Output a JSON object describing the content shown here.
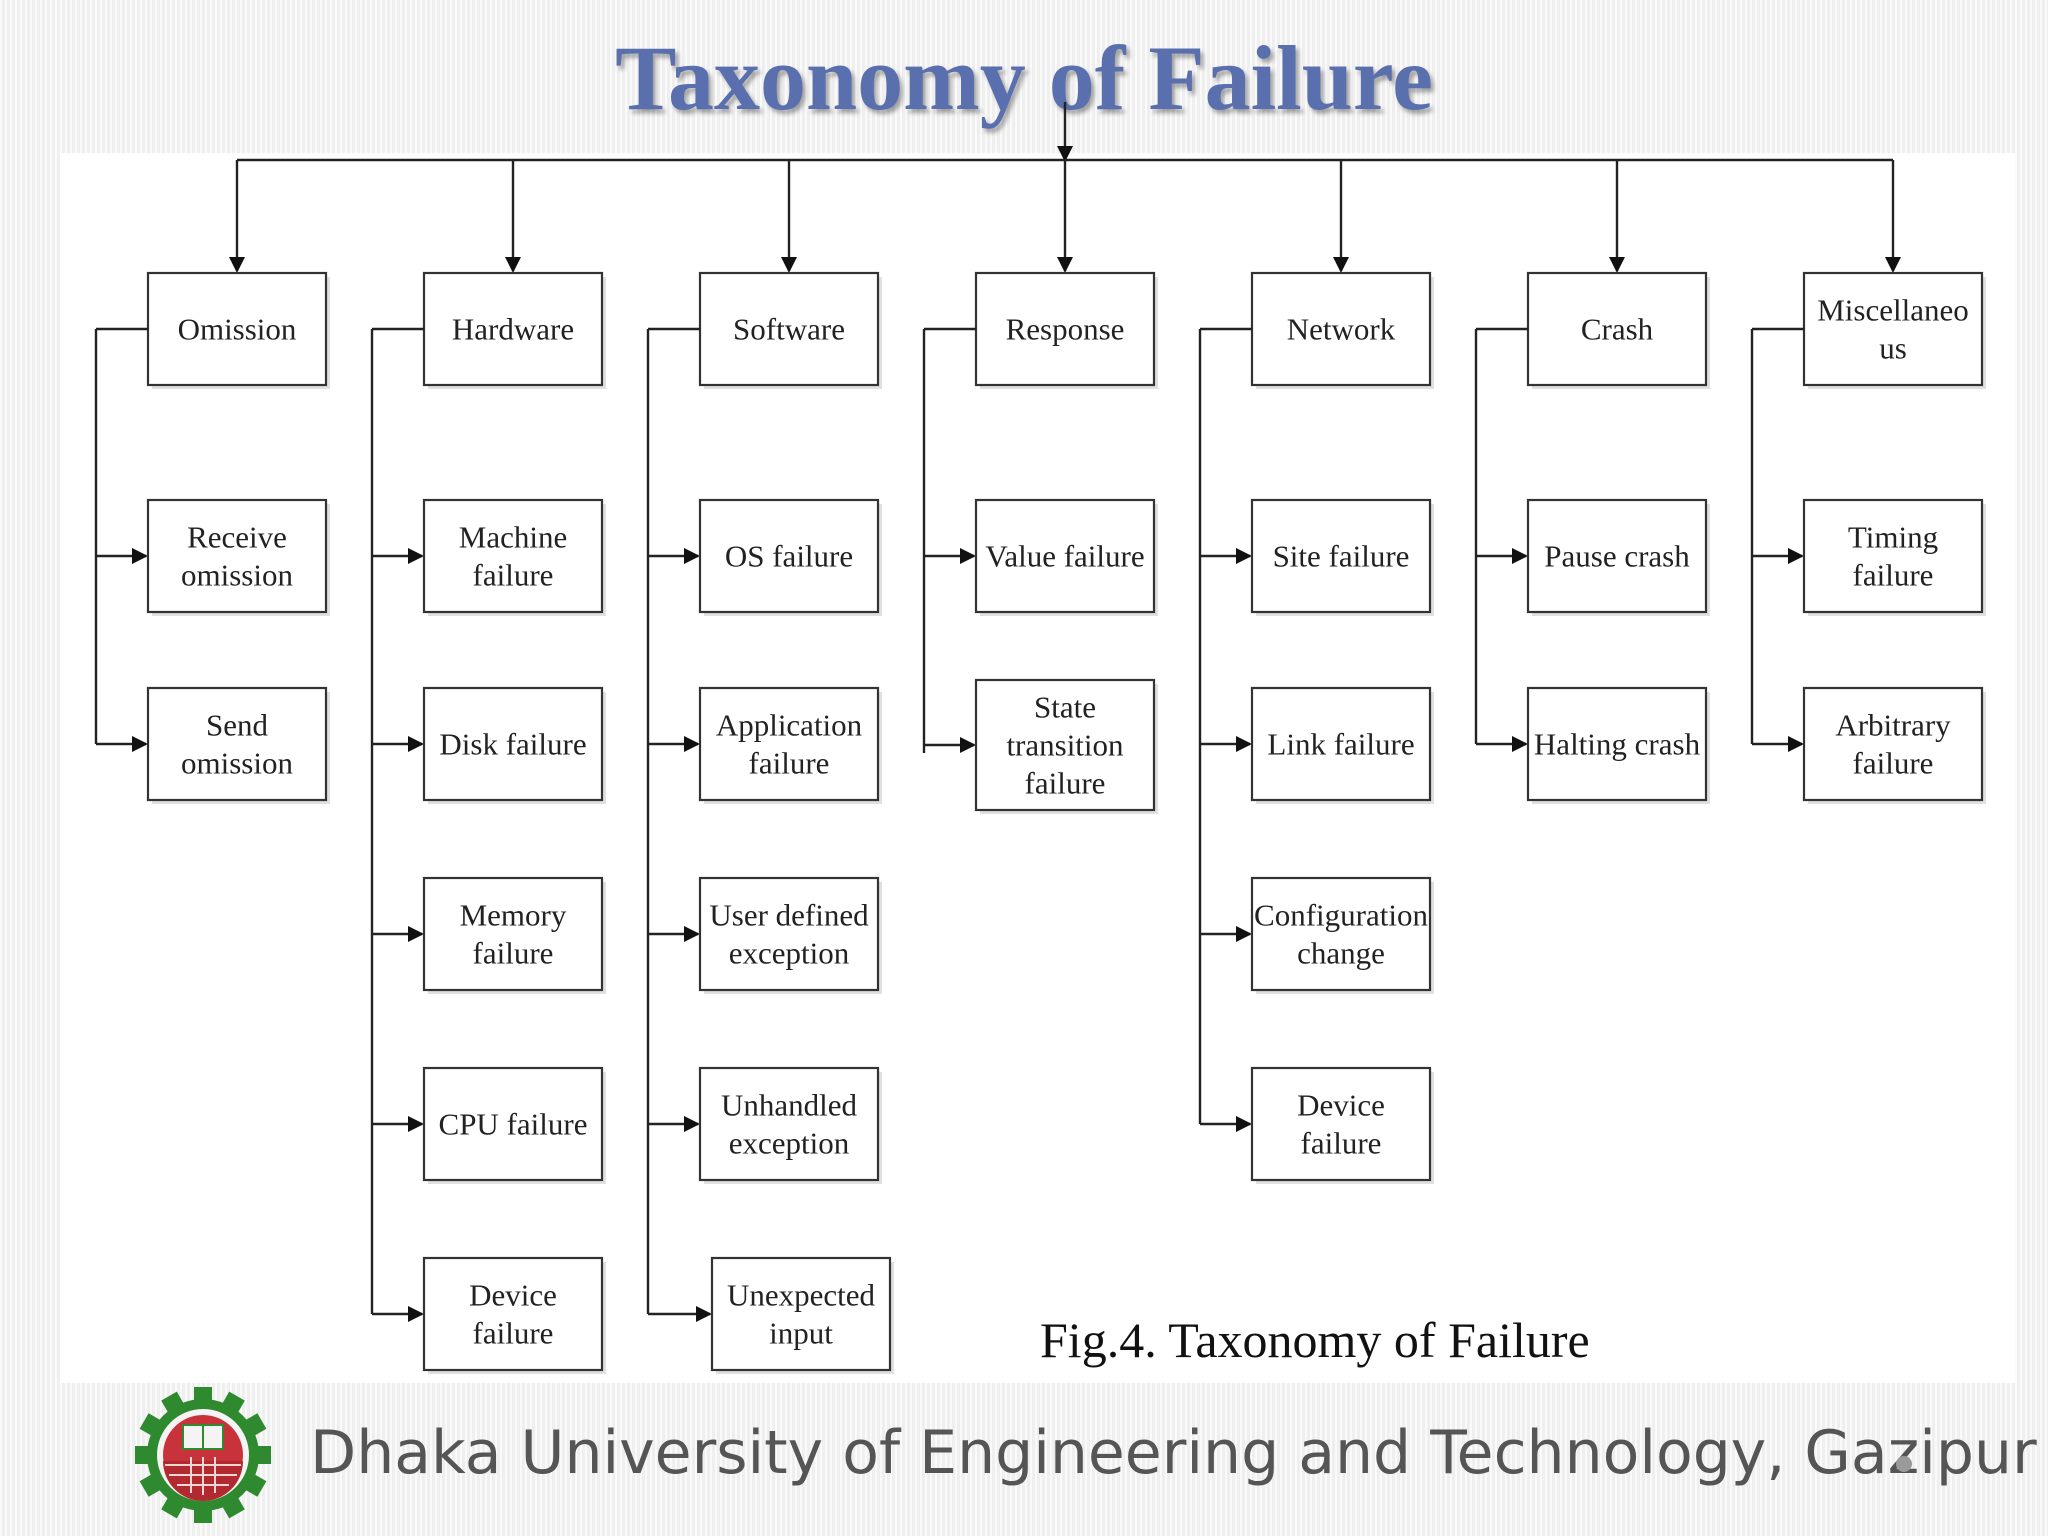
{
  "slide": {
    "title": "Taxonomy of Failure",
    "caption": "Fig.4. Taxonomy of Failure",
    "footer_text": "Dhaka University of Engineering and Technology, Gazipur"
  },
  "taxonomy": [
    {
      "category": [
        "Omission"
      ],
      "children": [
        [
          "Receive",
          "omission"
        ],
        [
          "Send",
          "omission"
        ]
      ]
    },
    {
      "category": [
        "Hardware"
      ],
      "children": [
        [
          "Machine",
          "failure"
        ],
        [
          "Disk failure"
        ],
        [
          "Memory",
          "failure"
        ],
        [
          "CPU failure"
        ],
        [
          "Device",
          "failure"
        ]
      ]
    },
    {
      "category": [
        "Software"
      ],
      "children": [
        [
          "OS failure"
        ],
        [
          "Application",
          "failure"
        ],
        [
          "User defined",
          "exception"
        ],
        [
          "Unhandled",
          "exception"
        ],
        [
          "Unexpected",
          "input"
        ]
      ]
    },
    {
      "category": [
        "Response"
      ],
      "children": [
        [
          "Value failure"
        ],
        [
          "State",
          "transition",
          "failure"
        ]
      ]
    },
    {
      "category": [
        "Network"
      ],
      "children": [
        [
          "Site failure"
        ],
        [
          "Link failure"
        ],
        [
          "Configuration",
          "change"
        ],
        [
          "Device",
          "failure"
        ]
      ]
    },
    {
      "category": [
        "Crash"
      ],
      "children": [
        [
          "Pause crash"
        ],
        [
          "Halting crash"
        ]
      ]
    },
    {
      "category": [
        "Miscellaneo",
        "us"
      ],
      "children": [
        [
          "Timing",
          "failure"
        ],
        [
          "Arbitrary",
          "failure"
        ]
      ]
    }
  ]
}
